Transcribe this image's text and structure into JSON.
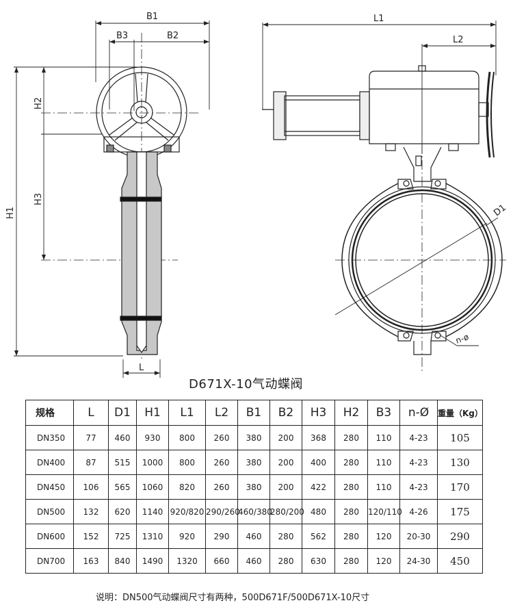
{
  "drawing": {
    "left_view_labels": {
      "b1": "B1",
      "b3": "B3",
      "b2": "B2",
      "h2": "H2",
      "h3": "H3",
      "h1": "H1",
      "l": "L"
    },
    "right_view_labels": {
      "l1": "L1",
      "l2": "L2",
      "d1": "D1",
      "n_phi": "n-ø"
    }
  },
  "caption": "D671X-10气动蝶阀",
  "table": {
    "headers": [
      "规格",
      "L",
      "D1",
      "H1",
      "L1",
      "L2",
      "B1",
      "B2",
      "H3",
      "H2",
      "B3",
      "n-Ø",
      "重量（Kg）"
    ],
    "rows": [
      [
        "DN350",
        "77",
        "460",
        "930",
        "800",
        "260",
        "380",
        "200",
        "368",
        "280",
        "110",
        "4-23",
        "105"
      ],
      [
        "DN400",
        "87",
        "515",
        "1000",
        "800",
        "260",
        "380",
        "200",
        "400",
        "280",
        "110",
        "4-23",
        "130"
      ],
      [
        "DN450",
        "106",
        "565",
        "1060",
        "820",
        "260",
        "380",
        "200",
        "422",
        "280",
        "110",
        "4-23",
        "170"
      ],
      [
        "DN500",
        "132",
        "620",
        "1140",
        "920/820",
        "290/260",
        "460/380",
        "280/200",
        "480",
        "280",
        "120/110",
        "4-26",
        "175"
      ],
      [
        "DN600",
        "152",
        "725",
        "1310",
        "920",
        "290",
        "460",
        "280",
        "562",
        "280",
        "120",
        "20-30",
        "290"
      ],
      [
        "DN700",
        "163",
        "840",
        "1490",
        "1320",
        "660",
        "460",
        "280",
        "630",
        "280",
        "120",
        "24-30",
        "450"
      ]
    ]
  },
  "note": "说明：DN500气动蝶阀尺寸有两种，500D671F/500D671X-10尺寸"
}
